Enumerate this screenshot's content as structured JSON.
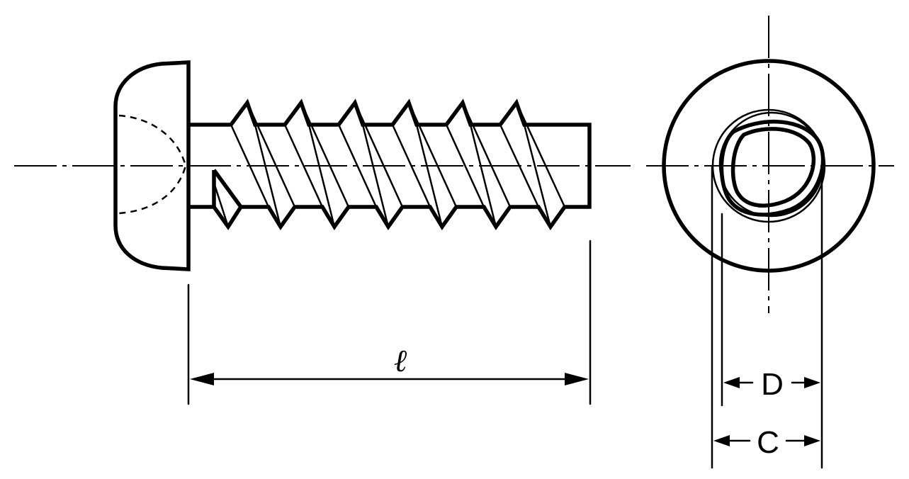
{
  "labels": {
    "length": "ℓ",
    "drive_diameter": "D",
    "counterbore_diameter": "C"
  }
}
